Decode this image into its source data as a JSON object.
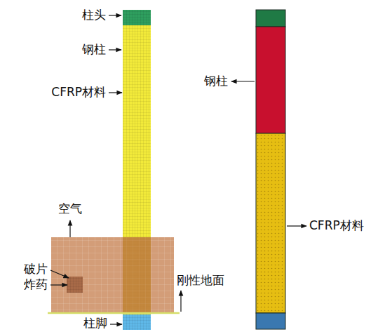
{
  "diagram": {
    "labels": [
      "柱头",
      "钢柱",
      "CFRP材料",
      "空气",
      "破片",
      "炸药",
      "刚性地面",
      "柱脚",
      "钢柱",
      "CFRP材料"
    ]
  }
}
